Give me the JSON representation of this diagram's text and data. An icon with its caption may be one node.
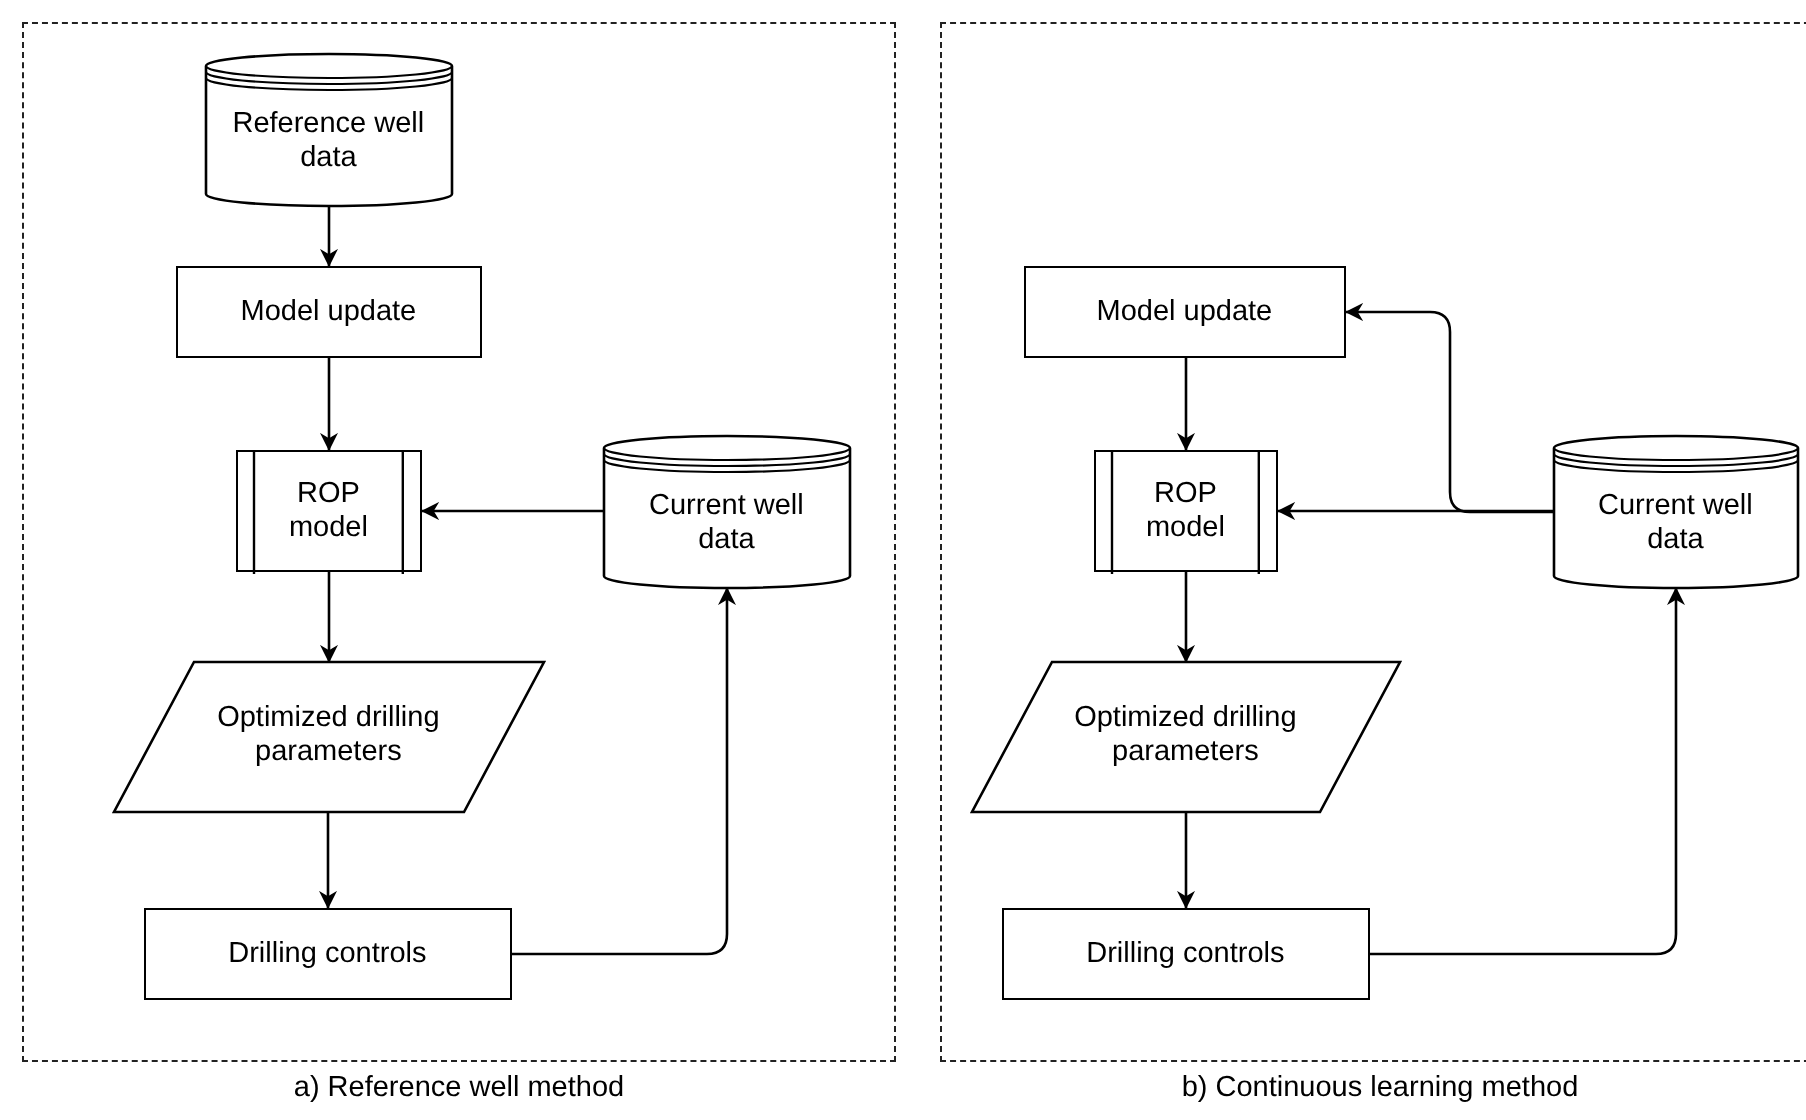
{
  "diagram": {
    "nodes": [
      {
        "text": [
          "a) Reference well method"
        ]
      },
      {
        "text": [
          "Reference well data"
        ],
        "in": 0
      },
      {
        "text": [
          "Model update"
        ],
        "in": 0
      },
      {
        "text": [
          "ROP model"
        ],
        "in": 0
      },
      {
        "text": [
          "Current well data"
        ],
        "in": 0
      },
      {
        "text": [
          "Optimized drilling parameters"
        ],
        "in": 0
      },
      {
        "text": [
          "Drilling controls"
        ],
        "in": 0
      },
      {
        "text": [
          "b) Continuous learning method"
        ]
      },
      {
        "text": [
          "Model update"
        ],
        "in": 7
      },
      {
        "text": [
          "ROP model"
        ],
        "in": 7
      },
      {
        "text": [
          "Current well data"
        ],
        "in": 7
      },
      {
        "text": [
          "Optimized drilling parameters"
        ],
        "in": 7
      },
      {
        "text": [
          "Drilling controls"
        ],
        "in": 7
      }
    ],
    "edges": [
      {
        "from": 1,
        "to": 2,
        "arrow": "to"
      },
      {
        "from": 2,
        "to": 3,
        "arrow": "to"
      },
      {
        "from": 4,
        "to": 3,
        "arrow": "to"
      },
      {
        "from": 3,
        "to": 5,
        "arrow": "to"
      },
      {
        "from": 5,
        "to": 6,
        "arrow": "to"
      },
      {
        "from": 6,
        "to": 4,
        "arrow": "to"
      },
      {
        "from": 8,
        "to": 9,
        "arrow": "to"
      },
      {
        "from": 10,
        "to": 8,
        "arrow": "to"
      },
      {
        "from": 10,
        "to": 9,
        "arrow": "to"
      },
      {
        "from": 9,
        "to": 11,
        "arrow": "to"
      },
      {
        "from": 11,
        "to": 12,
        "arrow": "to"
      },
      {
        "from": 12,
        "to": 10,
        "arrow": "to"
      }
    ]
  }
}
